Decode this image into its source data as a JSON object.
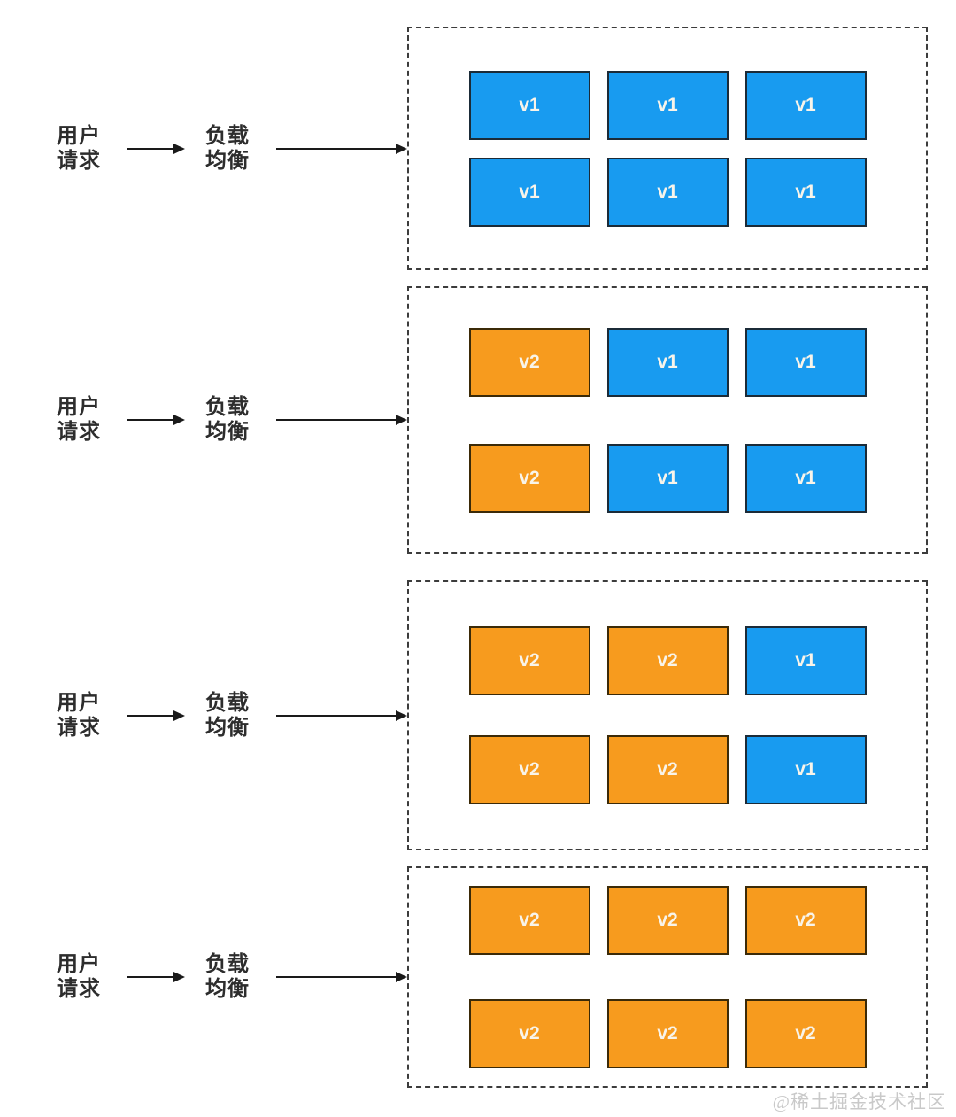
{
  "watermark": {
    "text": "@稀土掘金技术社区"
  },
  "colors": {
    "v1": "#189bf0",
    "v2": "#f79b1e",
    "arrow": "#1a1a1a",
    "label_text": "#2d2d2d",
    "watermark_text": "#c9c9c9"
  },
  "stages": [
    {
      "name": "all-v1",
      "user_request": [
        "用户",
        "请求"
      ],
      "load_balancer": [
        "负载",
        "均衡"
      ],
      "pods": [
        "v1",
        "v1",
        "v1",
        "v1",
        "v1",
        "v1"
      ]
    },
    {
      "name": "one-third-v2",
      "user_request": [
        "用户",
        "请求"
      ],
      "load_balancer": [
        "负载",
        "均衡"
      ],
      "pods": [
        "v2",
        "v1",
        "v1",
        "v2",
        "v1",
        "v1"
      ]
    },
    {
      "name": "two-thirds-v2",
      "user_request": [
        "用户",
        "请求"
      ],
      "load_balancer": [
        "负载",
        "均衡"
      ],
      "pods": [
        "v2",
        "v2",
        "v1",
        "v2",
        "v2",
        "v1"
      ]
    },
    {
      "name": "all-v2",
      "user_request": [
        "用户",
        "请求"
      ],
      "load_balancer": [
        "负载",
        "均衡"
      ],
      "pods": [
        "v2",
        "v2",
        "v2",
        "v2",
        "v2",
        "v2"
      ]
    }
  ]
}
